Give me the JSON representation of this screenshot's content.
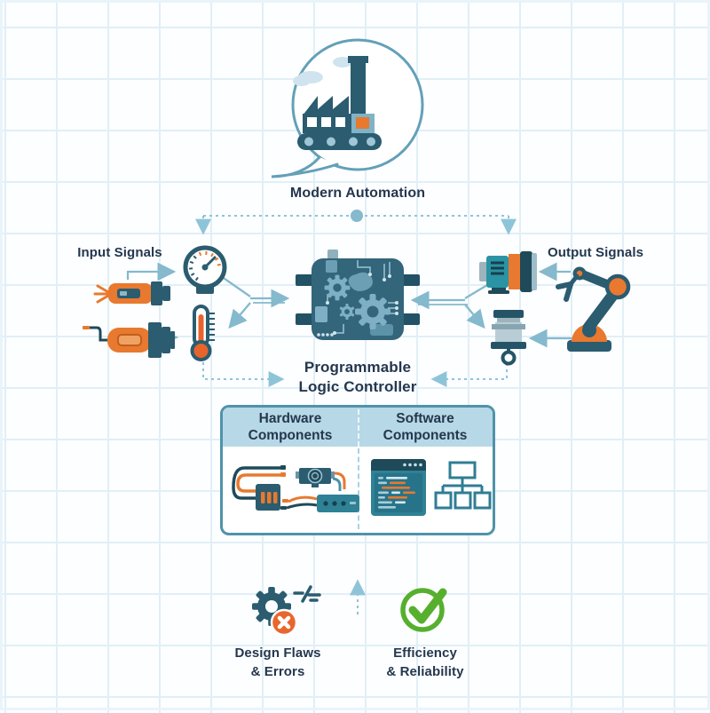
{
  "title": {
    "bubble_label": "Modern Automation"
  },
  "diagram": {
    "input_label": "Input Signals",
    "output_label": "Output Signals",
    "plc_label_line1": "Programmable",
    "plc_label_line2": "Logic Controller"
  },
  "components": {
    "hardware_line1": "Hardware",
    "hardware_line2": "Components",
    "software_line1": "Software",
    "software_line2": "Components"
  },
  "outcomes": {
    "negative_line1": "Design Flaws",
    "negative_line2": "& Errors",
    "positive_line1": "Efficiency",
    "positive_line2": "& Reliability"
  },
  "icons": {
    "speech_bubble": "speech-bubble",
    "factory": "factory-with-conveyor",
    "pressure_gauge": "pressure-gauge",
    "thermometer": "thermometer",
    "sensor_top": "proximity-sensor",
    "sensor_bottom": "inductive-sensor",
    "plc_chip": "plc-circuit-chip",
    "motor": "electric-motor",
    "actuator": "pneumatic-actuator-hook",
    "robot_arm": "robot-arm",
    "hardware_wiring": "wiring-modules-and-terminal-block",
    "software_editor": "code-editor-window",
    "software_flowchart": "hierarchy-flowchart",
    "gear_error": "gear-with-error-cross",
    "checkmark": "green-check-circle",
    "connector_dot": "node-dot"
  },
  "colors": {
    "dark_teal": "#2b5c70",
    "teal": "#2f8195",
    "chip_fill": "#33657b",
    "light_blue": "#7fafc4",
    "arrow_blue": "#85b9cd",
    "dashed_blue": "#8ec4d8",
    "orange": "#e8792f",
    "red_orange": "#e8642c",
    "green": "#56b02e",
    "navy_text": "#24374e",
    "header_band": "#b7d8e6",
    "box_border": "#4f93aa",
    "grid_line": "#e1eff7"
  }
}
